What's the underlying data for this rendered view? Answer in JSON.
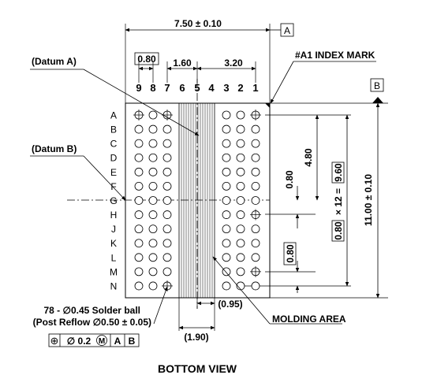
{
  "title": "BOTTOM VIEW",
  "dims": {
    "width": "7.50 ± 0.10",
    "height": "11.00 ± 0.10",
    "pitch_box": "0.80",
    "center_gap": "1.60",
    "three_cols": "3.20",
    "four_rows": "4.80",
    "half_pitch": "0.80",
    "twelve_pitch_prefix": "0.80",
    "twelve_pitch_mid": "× 12 =",
    "twelve_pitch_total": "9.60",
    "row_pitch_box": "0.80",
    "center_to_ball": "(0.95)",
    "molding_width": "(1.90)"
  },
  "labels": {
    "datum_a": "(Datum A)",
    "datum_b": "(Datum B)",
    "index_mark": "#A1 INDEX MARK",
    "molding_area": "MOLDING AREA",
    "solder_line1": "78 - ∅0.45 Solder ball",
    "solder_line2": "(Post Reflow ∅0.50 ± 0.05)",
    "datum_box_a": "A",
    "datum_box_b": "B"
  },
  "tolerance_frame": {
    "symbol": "⊕",
    "value": "∅ 0.2",
    "modifier": "M",
    "ref1": "A",
    "ref2": "B"
  },
  "columns": [
    "9",
    "8",
    "7",
    "6",
    "5",
    "4",
    "3",
    "2",
    "1"
  ],
  "rows": [
    "A",
    "B",
    "C",
    "D",
    "E",
    "F",
    "G",
    "H",
    "J",
    "K",
    "L",
    "M",
    "N"
  ],
  "ball_columns": [
    "9",
    "8",
    "7",
    "3",
    "2",
    "1"
  ],
  "crossed_balls": [
    "A9",
    "A7",
    "A1",
    "H1",
    "M1",
    "N7"
  ]
}
